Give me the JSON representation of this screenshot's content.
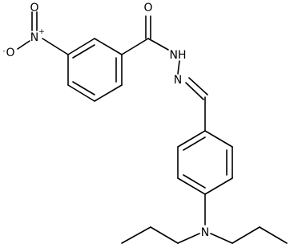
{
  "atoms": {
    "nitro_o_double": {
      "symbol": "O"
    },
    "nitro_n": {
      "symbol": "N",
      "charge": "+"
    },
    "nitro_o_single": {
      "symbol": "O",
      "charge": "-"
    },
    "carbonyl_o": {
      "symbol": "O"
    },
    "hydrazide_nh": {
      "symbol": "NH"
    },
    "imine_n": {
      "symbol": "N"
    },
    "amine_n": {
      "symbol": "N"
    }
  }
}
